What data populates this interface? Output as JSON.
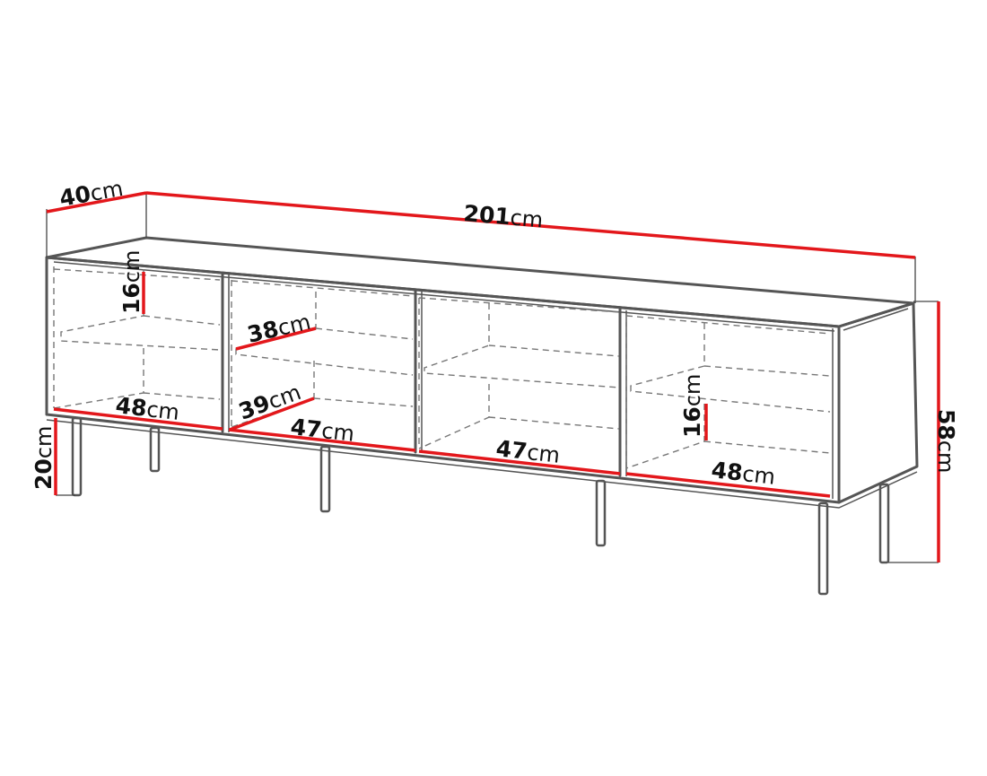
{
  "diagram": {
    "subject": "TV stand / sideboard with four open compartments and legs",
    "colors": {
      "dimension_line": "#e3171b",
      "outline": "#555555",
      "text": "#111111",
      "background": "#ffffff"
    },
    "unit": "cm",
    "dimensions": {
      "depth": {
        "value": "40",
        "unit": "cm"
      },
      "width": {
        "value": "201",
        "unit": "cm"
      },
      "height": {
        "value": "58",
        "unit": "cm"
      },
      "leg_height": {
        "value": "20",
        "unit": "cm"
      },
      "comp1_width": {
        "value": "48",
        "unit": "cm"
      },
      "comp1_shelf_gap": {
        "value": "16",
        "unit": "cm"
      },
      "comp2_width": {
        "value": "47",
        "unit": "cm"
      },
      "comp2_shelf_depth": {
        "value": "38",
        "unit": "cm"
      },
      "comp2_bottom_depth": {
        "value": "39",
        "unit": "cm"
      },
      "comp3_width": {
        "value": "47",
        "unit": "cm"
      },
      "comp4_width": {
        "value": "48",
        "unit": "cm"
      },
      "comp4_shelf_gap": {
        "value": "16",
        "unit": "cm"
      }
    }
  }
}
